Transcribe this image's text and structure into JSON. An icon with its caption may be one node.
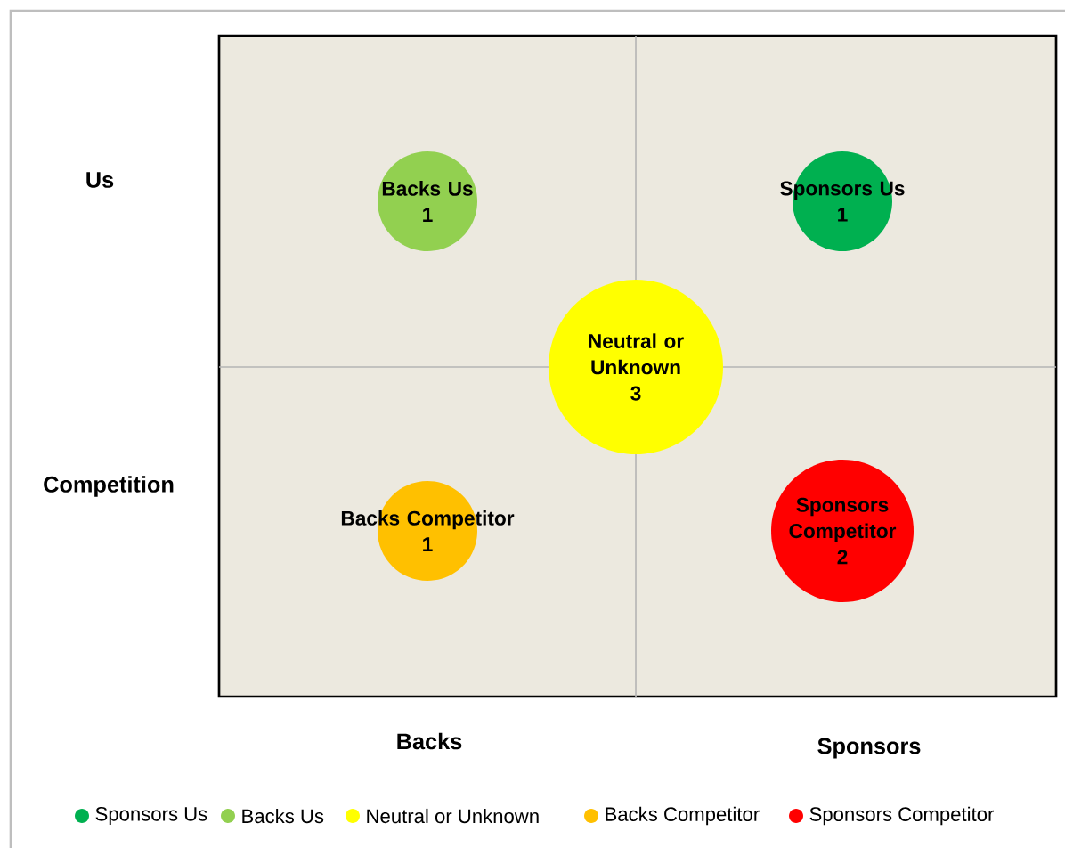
{
  "diagram": {
    "nodes": [
      {
        "text": [
          "Backs Us",
          "1"
        ]
      },
      {
        "text": [
          "Sponsors Us",
          "1"
        ]
      },
      {
        "text": [
          "Neutral or Unknown",
          "3"
        ]
      },
      {
        "text": [
          "Backs Competitor",
          "1"
        ]
      },
      {
        "text": [
          "Sponsors Competitor",
          "2"
        ]
      }
    ],
    "labels": [
      "Us",
      "Competition",
      "Backs",
      "Sponsors"
    ],
    "legend": [
      {
        "text": "Sponsors Us",
        "color": "#00b050"
      },
      {
        "text": "Backs Us",
        "color": "#92d050"
      },
      {
        "text": "Neutral or Unknown",
        "color": "#ffff00"
      },
      {
        "text": "Backs Competitor",
        "color": "#ffc000"
      },
      {
        "text": "Sponsors Competitor",
        "color": "#ff0000"
      }
    ]
  }
}
